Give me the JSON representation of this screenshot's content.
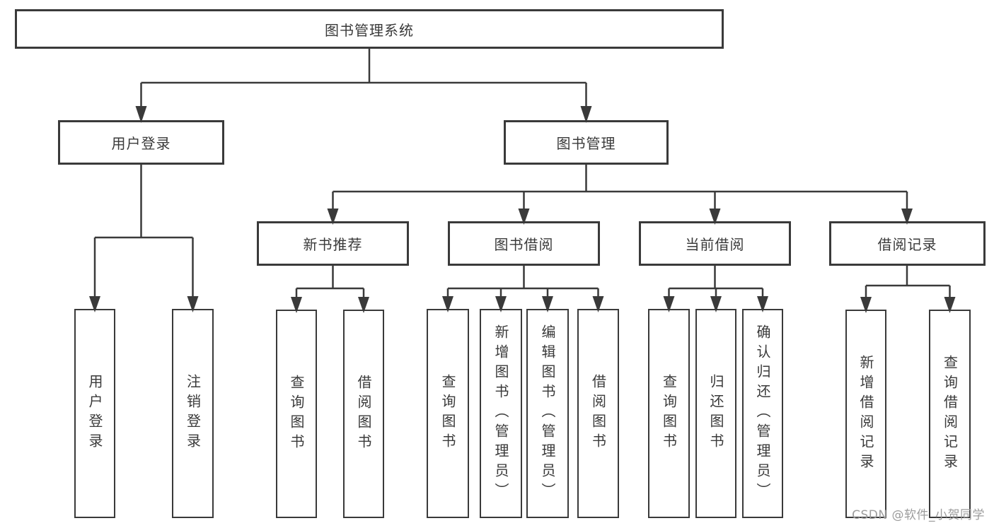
{
  "diagram": {
    "type": "hierarchy",
    "title": "图书管理系统",
    "edges": [
      {
        "parent": "root",
        "children": [
          "user_login",
          "book_mgmt"
        ]
      },
      {
        "parent": "user_login",
        "children": [
          "ul_user_login",
          "ul_logout"
        ]
      },
      {
        "parent": "book_mgmt",
        "children": [
          "new_book_rec",
          "book_borrow",
          "current_borrow",
          "borrow_records"
        ]
      },
      {
        "parent": "new_book_rec",
        "children": [
          "nb_query_book",
          "nb_borrow_book"
        ]
      },
      {
        "parent": "book_borrow",
        "children": [
          "bb_query_book",
          "bb_add_book",
          "bb_edit_book",
          "bb_borrow_book"
        ]
      },
      {
        "parent": "current_borrow",
        "children": [
          "cb_query_book",
          "cb_return_book",
          "cb_confirm_return"
        ]
      },
      {
        "parent": "borrow_records",
        "children": [
          "br_add_record",
          "br_query_record"
        ]
      }
    ]
  },
  "nodes": {
    "root": "图书管理系统",
    "user_login": "用户登录",
    "book_mgmt": "图书管理",
    "new_book_rec": "新书推荐",
    "book_borrow": "图书借阅",
    "current_borrow": "当前借阅",
    "borrow_records": "借阅记录",
    "ul_user_login": "用户登录",
    "ul_logout": "注销登录",
    "nb_query_book": "查询图书",
    "nb_borrow_book": "借阅图书",
    "bb_query_book": "查询图书",
    "bb_add_book": "新增图书（管理员）",
    "bb_edit_book": "编辑图书（管理员）",
    "bb_borrow_book": "借阅图书",
    "cb_query_book": "查询图书",
    "cb_return_book": "归还图书",
    "cb_confirm_return": "确认归还（管理员）",
    "br_add_record": "新增借阅记录",
    "br_query_record": "查询借阅记录"
  },
  "watermark": "CSDN @软件_小贺同学",
  "colors": {
    "line": "#3a3a3a",
    "text": "#3a3a3a",
    "box_border": "#3a3a3a",
    "background": "#ffffff",
    "watermark": "#9c9c9c"
  }
}
